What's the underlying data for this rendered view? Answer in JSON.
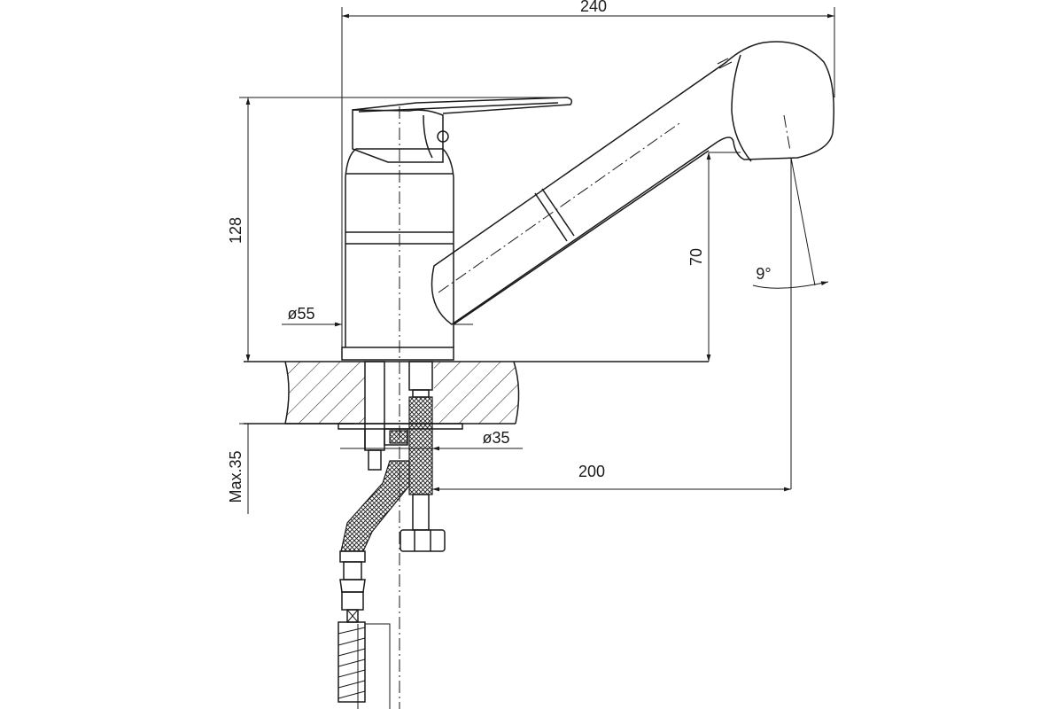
{
  "dimensions": {
    "overall_width": "240",
    "body_height": "128",
    "base_diameter": "ø55",
    "spout_height": "70",
    "spout_angle": "9°",
    "mount_diameter": "ø35",
    "reach": "200",
    "max_thickness": "Max.35"
  },
  "colors": {
    "line": "#1a1a1a",
    "background": "#ffffff"
  }
}
